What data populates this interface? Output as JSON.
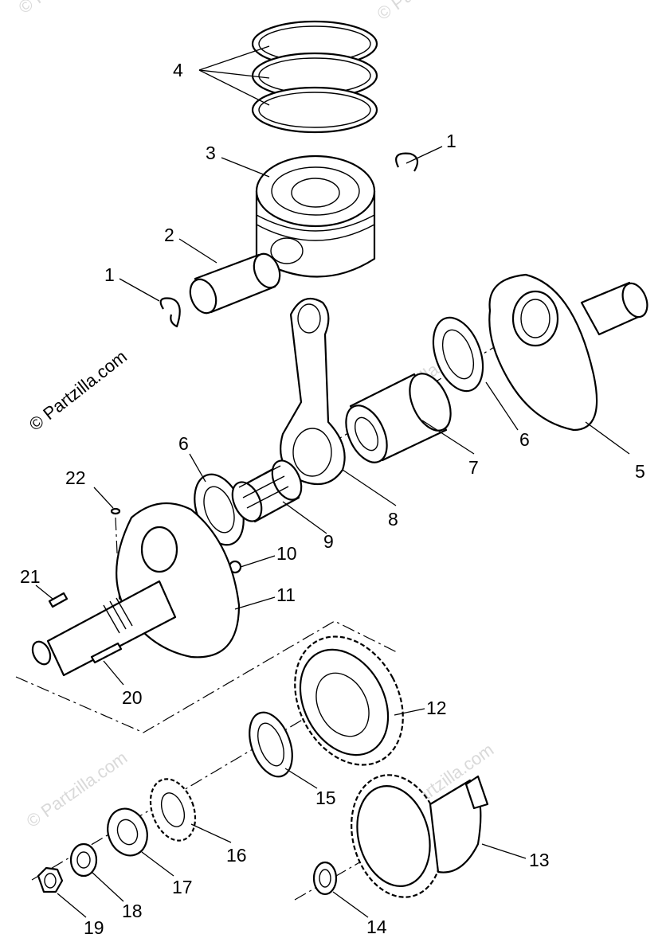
{
  "watermarks": {
    "main": "© Partzilla.com",
    "faint": "© Partzilla.com"
  },
  "callouts": [
    "1",
    "1",
    "2",
    "3",
    "4",
    "5",
    "6",
    "6",
    "7",
    "8",
    "9",
    "10",
    "11",
    "12",
    "13",
    "14",
    "15",
    "16",
    "17",
    "18",
    "19",
    "20",
    "21",
    "22"
  ],
  "colors": {
    "line": "#000000",
    "background": "#ffffff",
    "watermark_faint": "#d9d9d9"
  }
}
